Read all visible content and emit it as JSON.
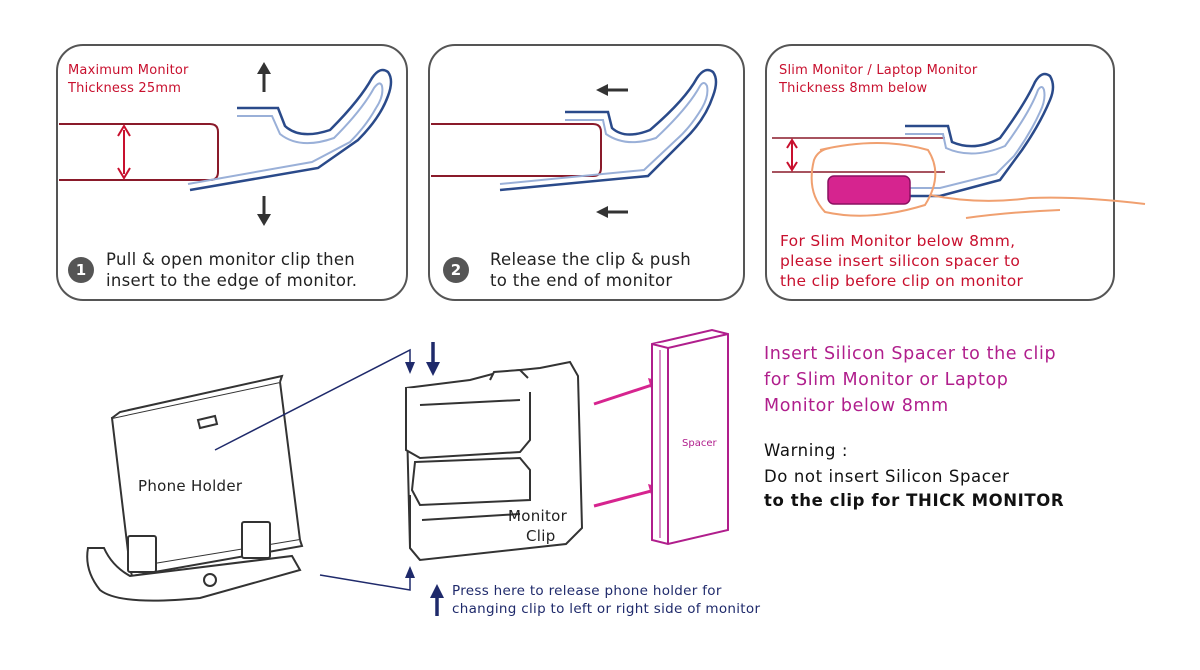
{
  "panel1": {
    "note_line1": "Maximum Monitor",
    "note_line2": "Thickness 25mm",
    "step_number": "1",
    "step_line1": "Pull & open monitor clip then",
    "step_line2": "insert to the edge of monitor."
  },
  "panel2": {
    "step_number": "2",
    "step_line1": "Release the clip & push",
    "step_line2": "to the end of monitor"
  },
  "panel3": {
    "note_line1": "Slim Monitor / Laptop Monitor",
    "note_line2": "Thickness 8mm below",
    "slim_line1": "For Slim Monitor below 8mm,",
    "slim_line2": "please insert silicon spacer to",
    "slim_line3": "the clip before clip on monitor"
  },
  "bottom": {
    "phone_holder_label": "Phone Holder",
    "monitor_clip_line1": "Monitor",
    "monitor_clip_line2": "Clip",
    "spacer_label": "Spacer",
    "insert_line1": "Insert Silicon Spacer to the clip",
    "insert_line2": "for Slim Monitor or Laptop",
    "insert_line3": "Monitor below 8mm",
    "warning_title": "Warning :",
    "warning_line1": "Do not insert Silicon Spacer",
    "warning_line2": "to the clip for THICK MONITOR",
    "press_line1": "Press here to release phone holder for",
    "press_line2": "changing clip to left or right side of monitor"
  },
  "colors": {
    "red": "#c8102e",
    "magenta": "#b01e8c",
    "navy": "#1f2a6b",
    "clip_blue": "#2a4a8a",
    "orange": "#f0a070"
  }
}
